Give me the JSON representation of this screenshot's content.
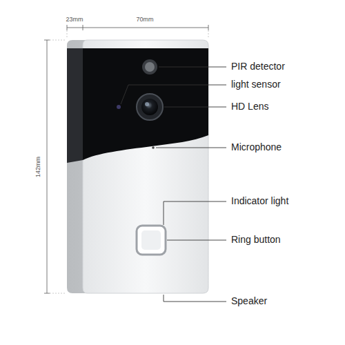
{
  "diagram": {
    "labels": [
      "23mm",
      "70mm",
      "142mm",
      "PIR detector",
      "light sensor",
      "HD Lens",
      "Microphone",
      "Indicator light",
      "Ring button",
      "Speaker"
    ]
  }
}
